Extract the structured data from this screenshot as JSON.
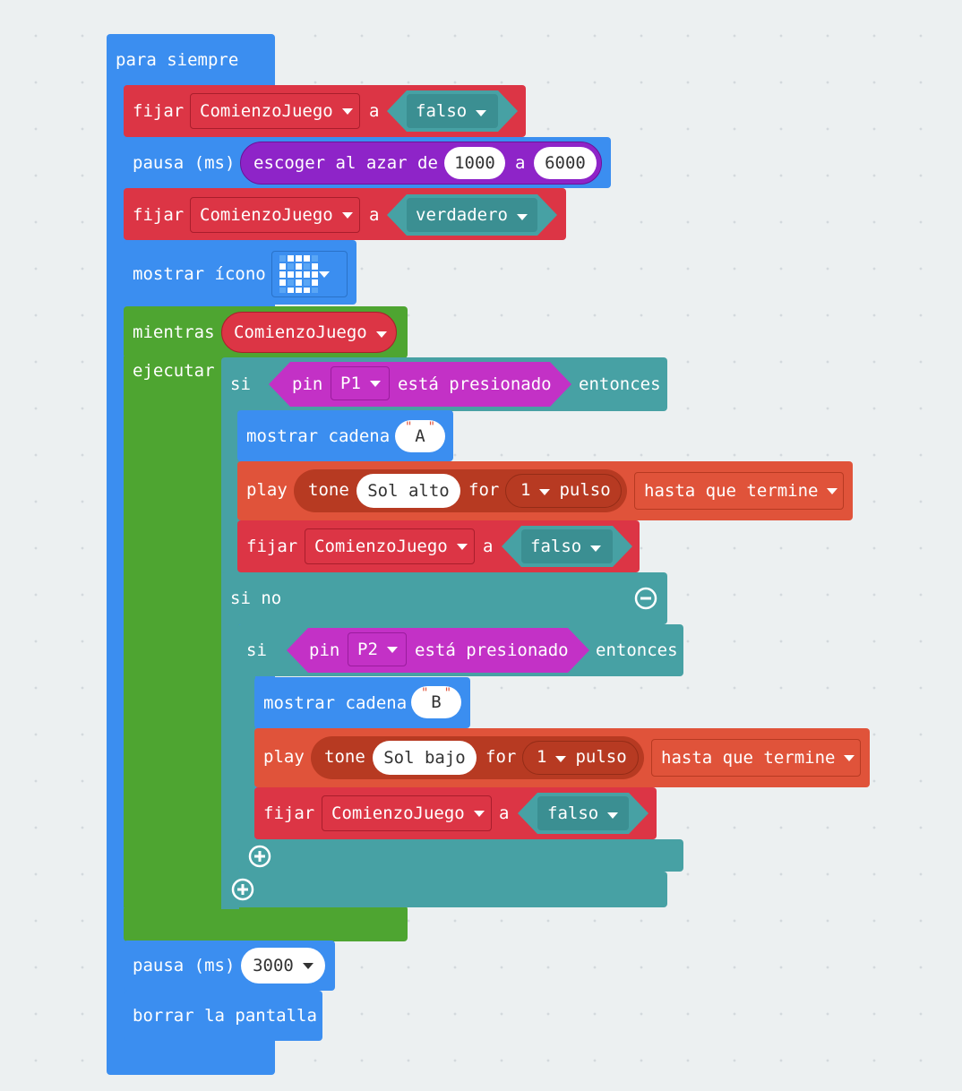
{
  "colors": {
    "loops": "#3b8ef0",
    "variables": "#dc3545",
    "logic": "#47a1a4",
    "logic_field": "#3b8f92",
    "control_green": "#4ea531",
    "math_purple": "#8e24c8",
    "input_magenta": "#c331c6",
    "music": "#e0533a",
    "music_dark": "#b73a22"
  },
  "forever": {
    "label": "para siempre"
  },
  "set1": {
    "label": "fijar",
    "variable": "ComienzoJuego",
    "to": "a",
    "value": "falso"
  },
  "pause1": {
    "label": "pausa (ms)",
    "random": {
      "label": "escoger al azar de",
      "min": "1000",
      "to": "a",
      "max": "6000"
    }
  },
  "set2": {
    "label": "fijar",
    "variable": "ComienzoJuego",
    "to": "a",
    "value": "verdadero"
  },
  "show_icon": {
    "label": "mostrar ícono",
    "icon": "ghost-led-icon"
  },
  "while": {
    "label": "mientras",
    "condition": "ComienzoJuego",
    "do_label": "ejecutar"
  },
  "if1": {
    "if_label": "si",
    "pin_label": "pin",
    "pin": "P1",
    "pressed": "está presionado",
    "then": "entonces",
    "show_string": {
      "label": "mostrar cadena",
      "value": "A"
    },
    "play": {
      "play": "play",
      "tone": "tone",
      "note": "Sol alto",
      "for": "for",
      "beats": "1",
      "unit": "pulso",
      "mode": "hasta que termine"
    },
    "set": {
      "label": "fijar",
      "variable": "ComienzoJuego",
      "to": "a",
      "value": "falso"
    },
    "else_label": "si no"
  },
  "if2": {
    "if_label": "si",
    "pin_label": "pin",
    "pin": "P2",
    "pressed": "está presionado",
    "then": "entonces",
    "show_string": {
      "label": "mostrar cadena",
      "value": "B"
    },
    "play": {
      "play": "play",
      "tone": "tone",
      "note": "Sol bajo",
      "for": "for",
      "beats": "1",
      "unit": "pulso",
      "mode": "hasta que termine"
    },
    "set": {
      "label": "fijar",
      "variable": "ComienzoJuego",
      "to": "a",
      "value": "falso"
    }
  },
  "pause2": {
    "label": "pausa (ms)",
    "value": "3000"
  },
  "clear": {
    "label": "borrar la pantalla"
  }
}
